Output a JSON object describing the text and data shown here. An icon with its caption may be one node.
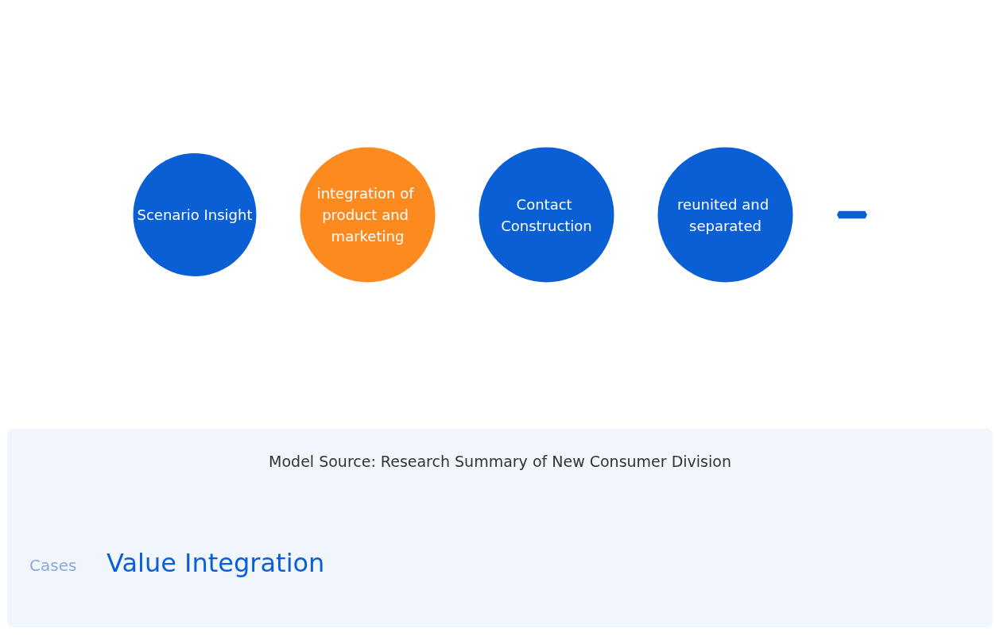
{
  "diagram": {
    "title": "Value Integration",
    "caption": "Model Source: Research Summary of New Consumer Division",
    "nodes": [
      {
        "text": [
          "Scenario Insight"
        ]
      },
      {
        "text": [
          "integration of product and marketing"
        ]
      },
      {
        "text": [
          "Contact Construction"
        ]
      },
      {
        "text": [
          "reunited and separated"
        ]
      },
      {
        "text": [],
        "shape": "hexagon"
      }
    ],
    "edges": [],
    "labels": [
      "Cases"
    ]
  }
}
